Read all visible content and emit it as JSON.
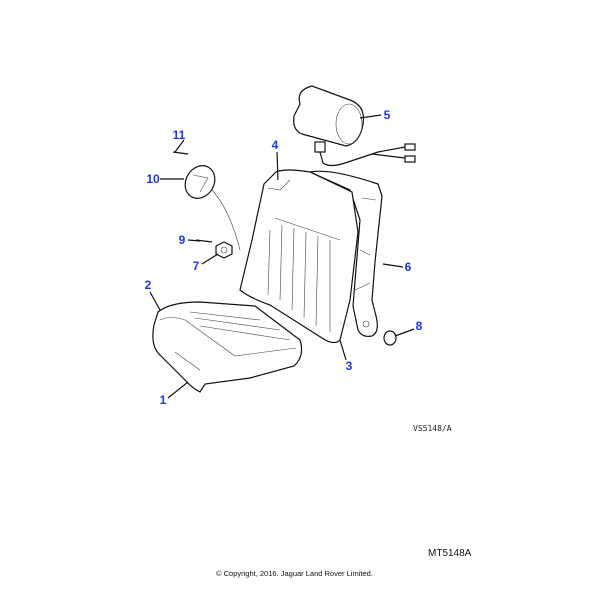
{
  "diagram": {
    "callouts": [
      {
        "id": "1",
        "label": "1"
      },
      {
        "id": "2",
        "label": "2"
      },
      {
        "id": "3",
        "label": "3"
      },
      {
        "id": "4",
        "label": "4"
      },
      {
        "id": "5",
        "label": "5"
      },
      {
        "id": "6",
        "label": "6"
      },
      {
        "id": "7",
        "label": "7"
      },
      {
        "id": "8",
        "label": "8"
      },
      {
        "id": "9",
        "label": "9"
      },
      {
        "id": "10",
        "label": "10"
      },
      {
        "id": "11",
        "label": "11"
      }
    ],
    "callout_color": "#1d35f0",
    "reference": "VS5148/A",
    "illustration_code": "MT5148A"
  },
  "footer": {
    "copyright": "© Copyright, 2016. Jaguar Land Rover Limited."
  }
}
